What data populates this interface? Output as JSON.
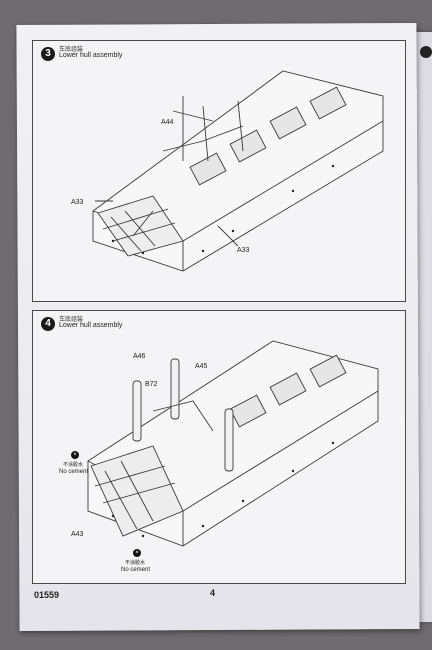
{
  "step3": {
    "number": "3",
    "title_cn": "车底组装",
    "title_en": "Lower hull assembly",
    "callouts": [
      "A44",
      "A33",
      "A33"
    ]
  },
  "step4": {
    "number": "4",
    "title_cn": "车底组装",
    "title_en": "Lower hull assembly",
    "callouts": [
      "A46",
      "B72",
      "A45",
      "A43"
    ],
    "no_cement": [
      {
        "cn": "不涂胶水",
        "en": "No cement"
      },
      {
        "cn": "不涂胶水",
        "en": "No cement"
      }
    ]
  },
  "footer": {
    "code": "01559",
    "page": "4"
  }
}
